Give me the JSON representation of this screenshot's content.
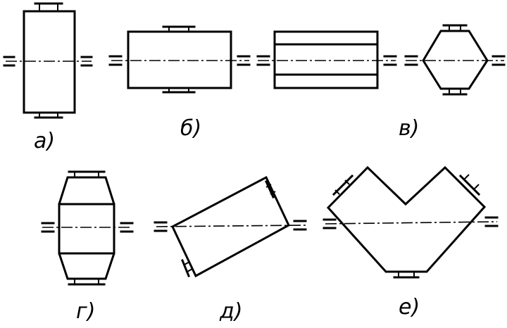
{
  "figure": {
    "labels": {
      "a": "а)",
      "b": "б)",
      "v": "в)",
      "g": "г)",
      "d": "д)",
      "e": "е)"
    },
    "ink_color": "#000000",
    "background_color": "#ffffff"
  }
}
